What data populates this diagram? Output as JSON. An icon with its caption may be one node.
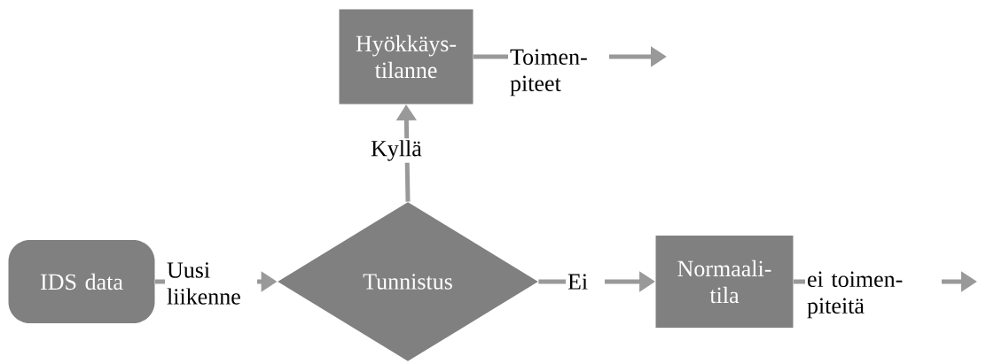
{
  "diagram": {
    "nodes": [
      {
        "text": [
          "IDS data"
        ]
      },
      {
        "text": [
          "Tunnistus"
        ]
      },
      {
        "text": [
          "Hyökkäys- tilanne"
        ]
      },
      {
        "text": [
          "Normaali- tila"
        ]
      }
    ],
    "edges": [
      {
        "from": 0,
        "to": 1,
        "arrow": "to",
        "label": "Uusi liikenne"
      },
      {
        "from": 1,
        "to": 2,
        "arrow": "to",
        "label": "Kyllä"
      },
      {
        "from": 1,
        "to": 3,
        "arrow": "to",
        "label": "Ei"
      },
      {
        "from": 2,
        "to": null,
        "arrow": "to",
        "label": "Toimen- piteet"
      },
      {
        "from": 3,
        "to": null,
        "arrow": "to",
        "label": "ei toimen- piteitä"
      }
    ]
  }
}
